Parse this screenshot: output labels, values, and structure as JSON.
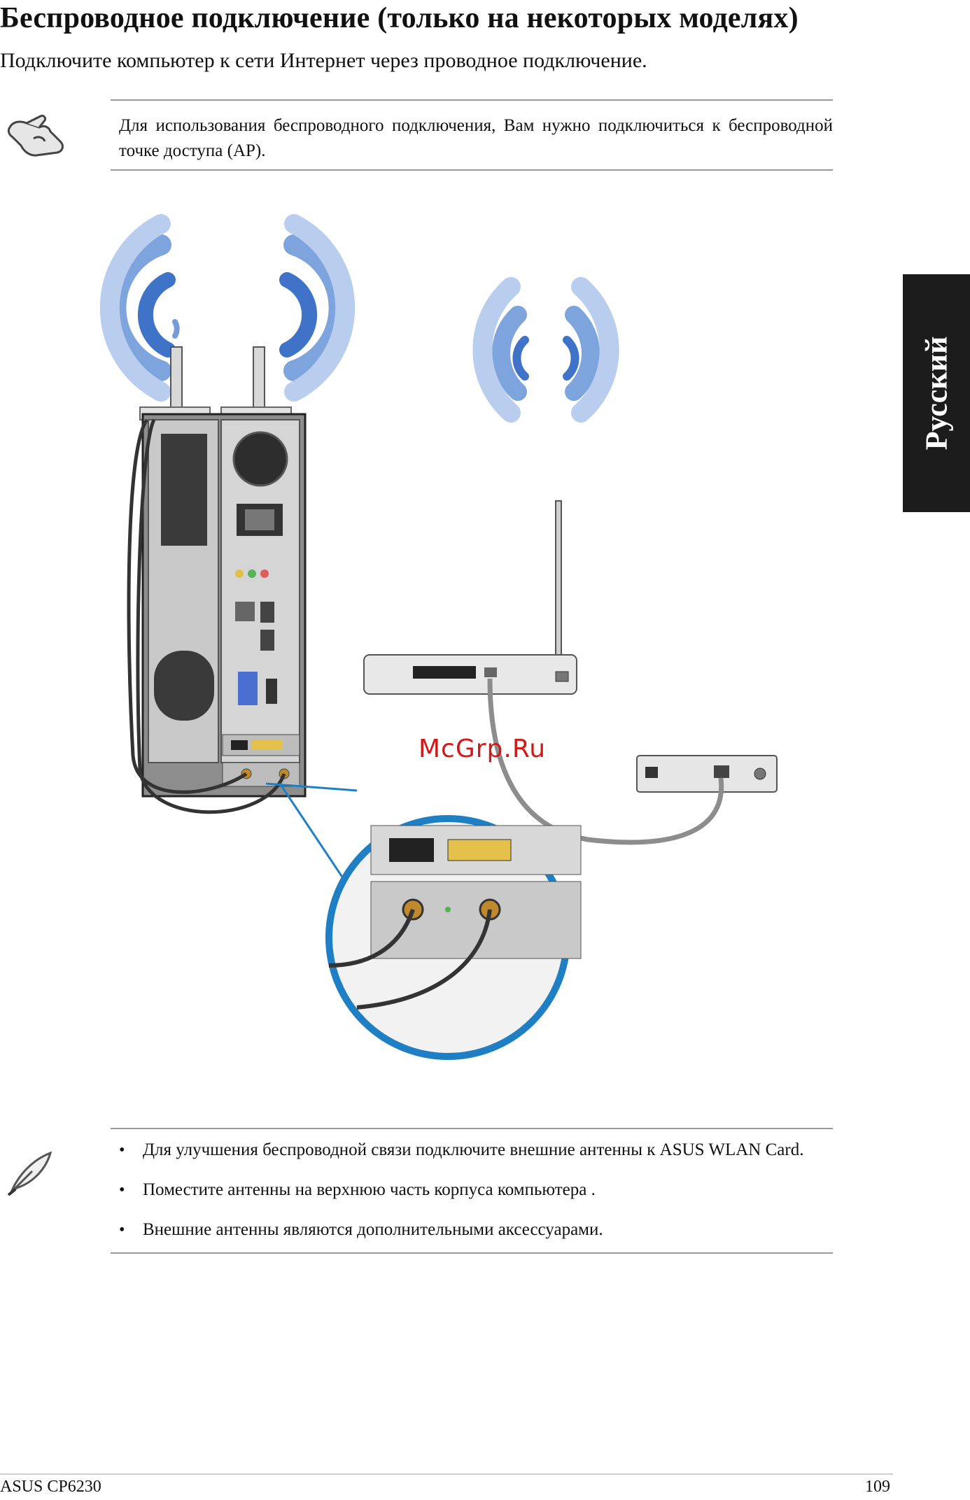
{
  "page": {
    "title": "Беспроводное подключение (только на некоторых моделях)",
    "intro": "Подключите компьютер к сети Интернет через проводное подключение.",
    "lang_tab": "Русский"
  },
  "note": {
    "icon": "pointing-hand-icon",
    "text": "Для использования беспроводного подключения, Вам нужно подключиться к беспроводной точке доступа (AP)."
  },
  "diagram": {
    "watermark": "McGrp.Ru",
    "wave_color": "#6f96d6",
    "zoom_ring_color": "#1f7fc4"
  },
  "tips": {
    "icon": "feather-pen-icon",
    "items": [
      "Для улучшения беспроводной связи подключите внешние антенны к ASUS WLAN Card.",
      "Поместите антенны на верхнюю часть корпуса компьютера .",
      "Внешние антенны являются дополнительными аксессуарами."
    ]
  },
  "footer": {
    "model": "ASUS CP6230",
    "page_number": "109"
  }
}
